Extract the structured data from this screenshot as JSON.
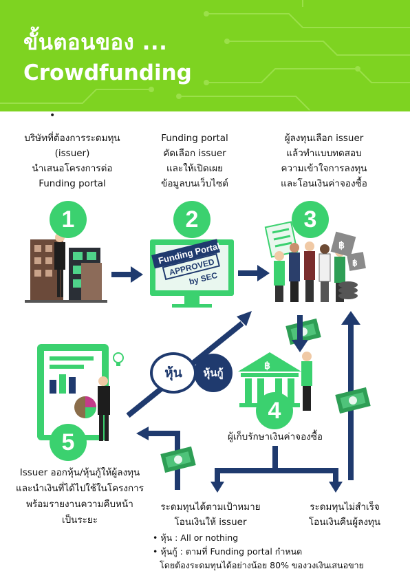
{
  "header": {
    "title_line1": "ขั้นตอนของ ...",
    "title_line2": "Crowdfunding"
  },
  "steps": [
    {
      "number": "1",
      "bullet": "•",
      "lines": [
        "บริษัทที่ต้องการระดมทุน",
        "(issuer)",
        "นำเสนอโครงการต่อ",
        "Funding portal"
      ]
    },
    {
      "number": "2",
      "lines": [
        "Funding portal",
        "คัดเลือก issuer",
        "และให้เปิดเผย",
        "ข้อมูลบนเว็บไซต์"
      ],
      "screen_text": [
        "Funding Portal",
        "APPROVED",
        "by SEC"
      ]
    },
    {
      "number": "3",
      "lines": [
        "ผู้ลงทุนเลือก issuer",
        "แล้วทำแบบทดสอบ",
        "ความเข้าใจการลงทุน",
        "และโอนเงินค่าจองซื้อ"
      ]
    },
    {
      "number": "4",
      "lines": [
        "ผู้เก็บรักษาเงินค่าจองซื้อ"
      ]
    },
    {
      "number": "5",
      "lines": [
        "Issuer ออกหุ้น/หุ้นกู้ให้ผู้ลงทุน",
        "และนำเงินที่ได้ไปใช้ในโครงการ",
        "พร้อมรายงานความคืบหน้า",
        "เป็นระยะ"
      ]
    }
  ],
  "security_types": {
    "share": "หุ้น",
    "bond": "หุ้นกู้"
  },
  "outcomes": {
    "success": [
      "ระดมทุนได้ตามเป้าหมาย",
      "โอนเงินให้ issuer"
    ],
    "fail": [
      "ระดมทุนไม่สำเร็จ",
      "โอนเงินคืนผู้ลงทุน"
    ]
  },
  "notes": [
    "• หุ้น : All or nothing",
    "• หุ้นกู้ : ตามที่ Funding portal กำหนด",
    "โดยต้องระดมทุนได้อย่างน้อย 80% ของวงเงินเสนอขาย"
  ],
  "colors": {
    "header_green": "#7ed321",
    "badge_green": "#3bd16f",
    "navy": "#1f3a6e",
    "money_green": "#2e9e55"
  }
}
